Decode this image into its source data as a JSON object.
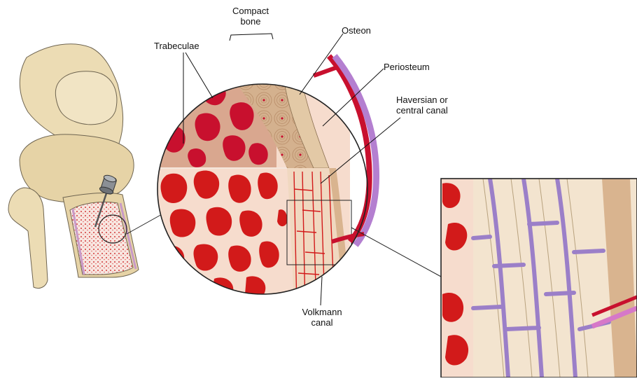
{
  "labels": {
    "compact_bone": [
      "Compact",
      "bone"
    ],
    "trabeculae": "Trabeculae",
    "osteon": "Osteon",
    "periosteum": "Periosteum",
    "haversian": [
      "Haversian or",
      "central canal"
    ],
    "volkmann": [
      "Volkmann",
      "canal"
    ]
  },
  "colors": {
    "bone_beige": "#ecdcb4",
    "bone_outline": "#6e6450",
    "marrow_red": "#d21a1a",
    "marrow_bg": "#f6dccd",
    "compact_tan": "#d8b896",
    "periosteum_tan": "#e3c9a6",
    "vessel_purple": "#9b7fc8",
    "vessel_pink": "#d678c8",
    "vessel_red": "#c8102e",
    "grid_line": "#222222"
  }
}
